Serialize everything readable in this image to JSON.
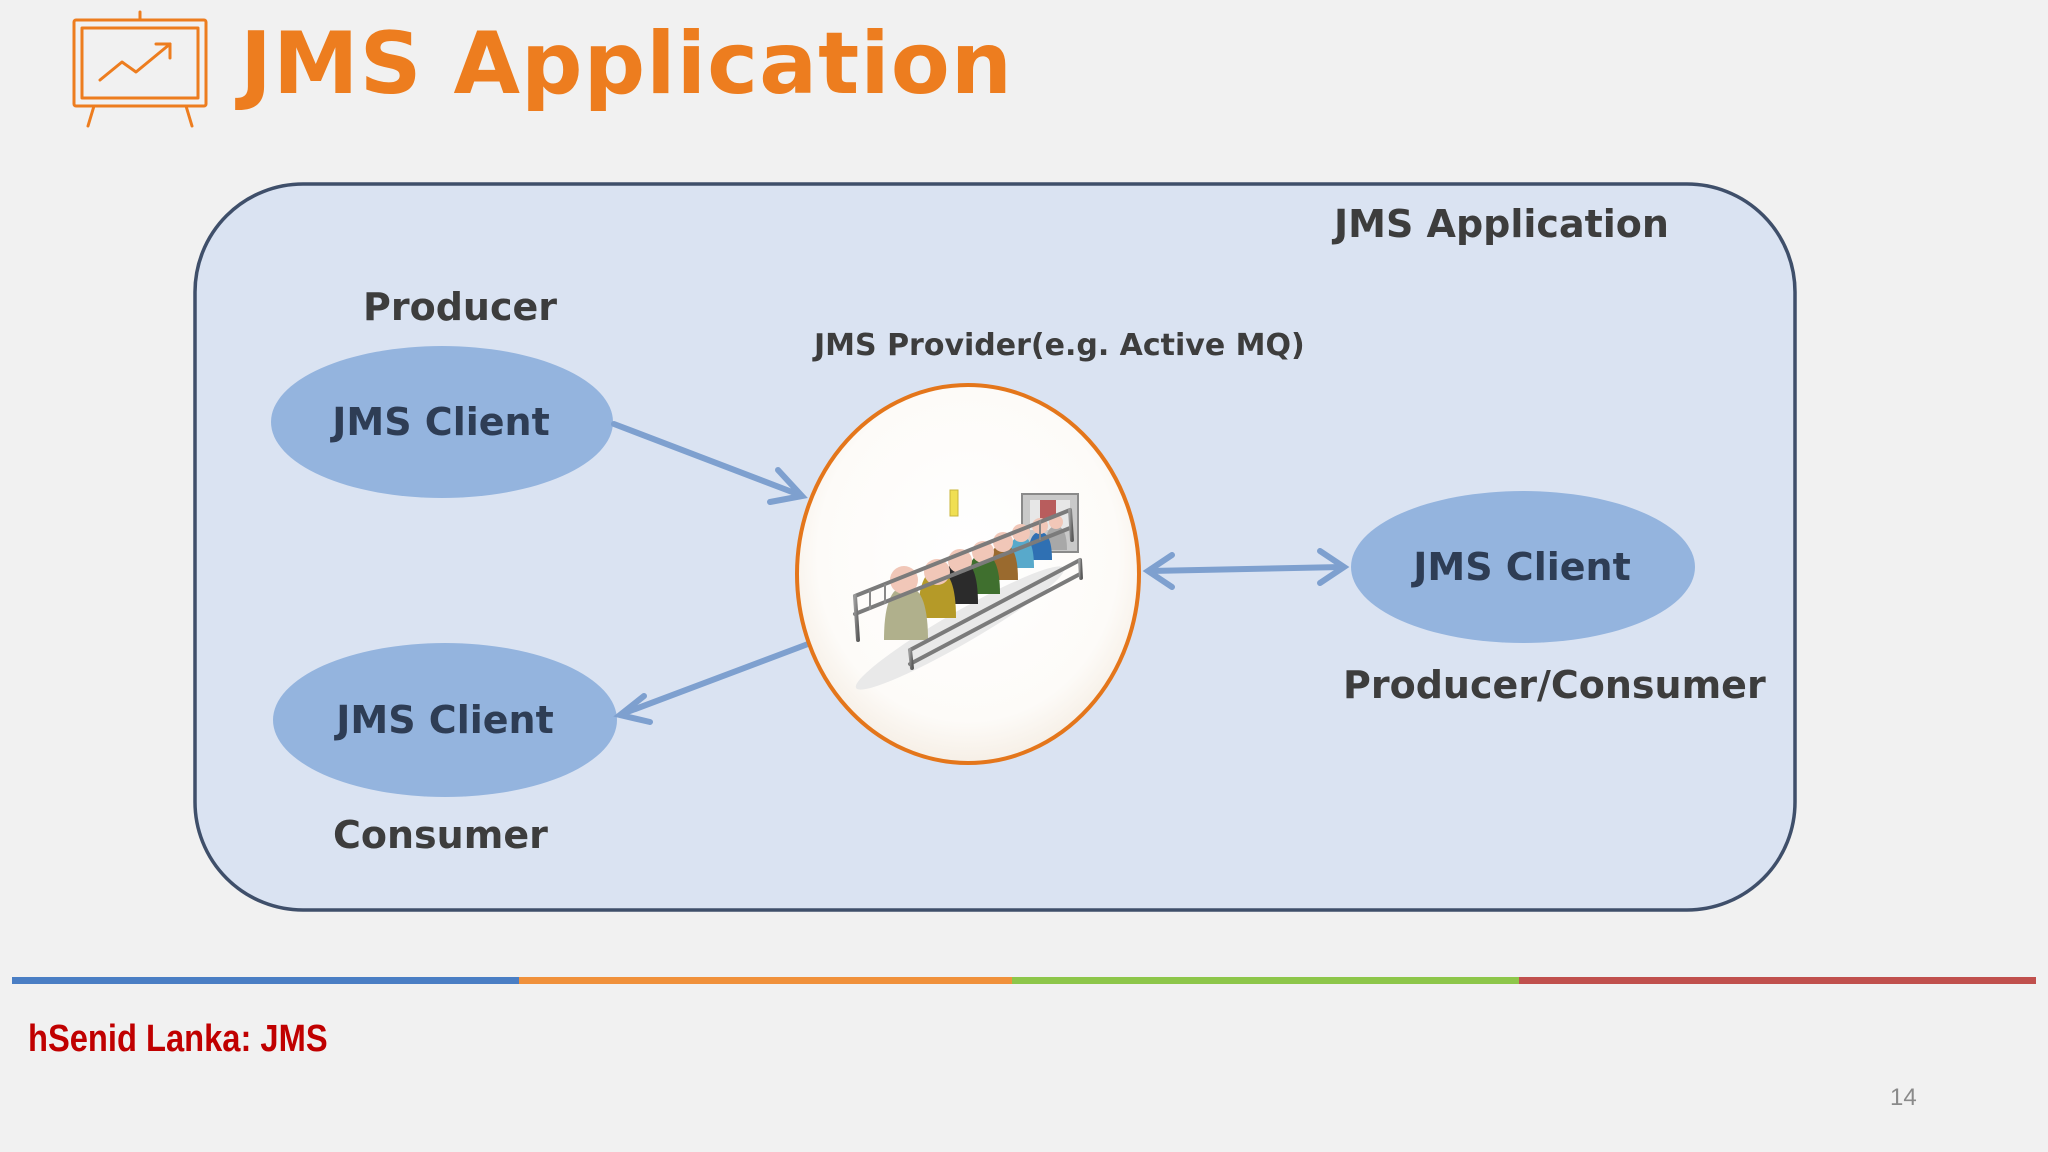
{
  "slide": {
    "title": "JMS Application",
    "page_number": "14",
    "footer": "hSenid Lanka: JMS"
  },
  "diagram": {
    "container_label": "JMS Application",
    "provider_label": "JMS Provider(e.g. Active MQ)",
    "producer_label": "Producer",
    "consumer_label": "Consumer",
    "producer_consumer_label": "Producer/Consumer",
    "clients": [
      {
        "label": "JMS Client",
        "role": "Producer"
      },
      {
        "label": "JMS Client",
        "role": "Consumer"
      },
      {
        "label": "JMS Client",
        "role": "Producer/Consumer"
      }
    ]
  },
  "colors": {
    "title": "#ed7d1f",
    "container_fill": "#dae3f2",
    "container_border": "#3f4f6a",
    "client_fill": "#94b4de",
    "arrow": "#7ea0cf",
    "provider_ring": "#e4761b",
    "footer_text": "#c00000",
    "stripes": [
      "#4a7ec4",
      "#f0913b",
      "#8dc64a",
      "#c0504d"
    ]
  }
}
